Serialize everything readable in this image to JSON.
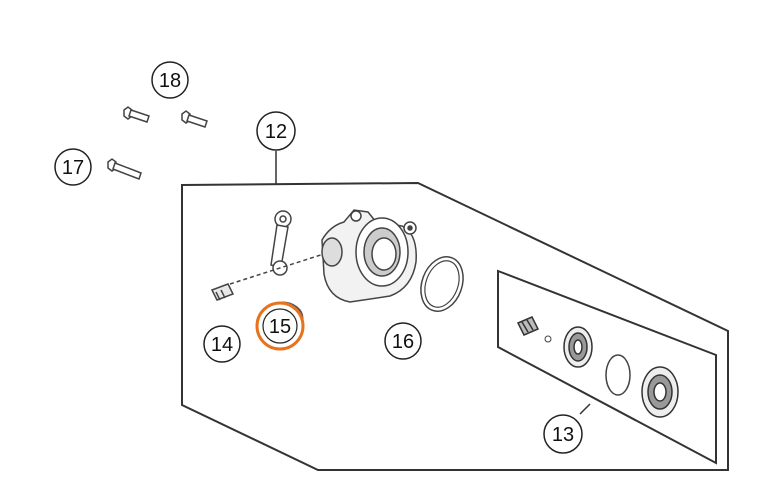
{
  "diagram": {
    "callouts": [
      {
        "id": "c18",
        "label": "18"
      },
      {
        "id": "c12",
        "label": "12"
      },
      {
        "id": "c17",
        "label": "17"
      },
      {
        "id": "c14",
        "label": "14"
      },
      {
        "id": "c15",
        "label": "15",
        "highlighted": true
      },
      {
        "id": "c16",
        "label": "16"
      },
      {
        "id": "c13",
        "label": "13"
      }
    ],
    "highlight_color": "#e8731e",
    "line_color": "#333333",
    "part_color": "#444444"
  }
}
